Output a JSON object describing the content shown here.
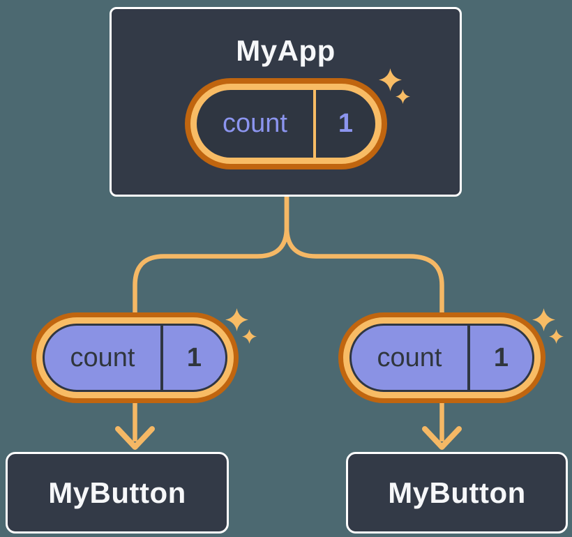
{
  "diagram": {
    "type": "react-component-tree",
    "tree": {
      "root": {
        "label": "MyApp",
        "state": {
          "name": "count",
          "value": "1"
        }
      },
      "children": [
        {
          "label": "MyButton",
          "state": {
            "name": "count",
            "value": "1"
          }
        },
        {
          "label": "MyButton",
          "state": {
            "name": "count",
            "value": "1"
          }
        }
      ]
    },
    "icons": {
      "sparkle": "four-point-star",
      "arrow": "arrow-down"
    },
    "colors": {
      "background": "#4C6971",
      "node_fill": "#333A47",
      "node_border": "#FFFFFF",
      "pill_ring_dark_orange": "#C0650F",
      "pill_ring_light_orange": "#F8BC65",
      "connector_orange": "#F5B865",
      "state_pill_purple": "#8A92E4",
      "state_text_purple": "#8C95EF",
      "state_text_dark": "#30363D",
      "title_text": "#F6F7F9"
    }
  }
}
